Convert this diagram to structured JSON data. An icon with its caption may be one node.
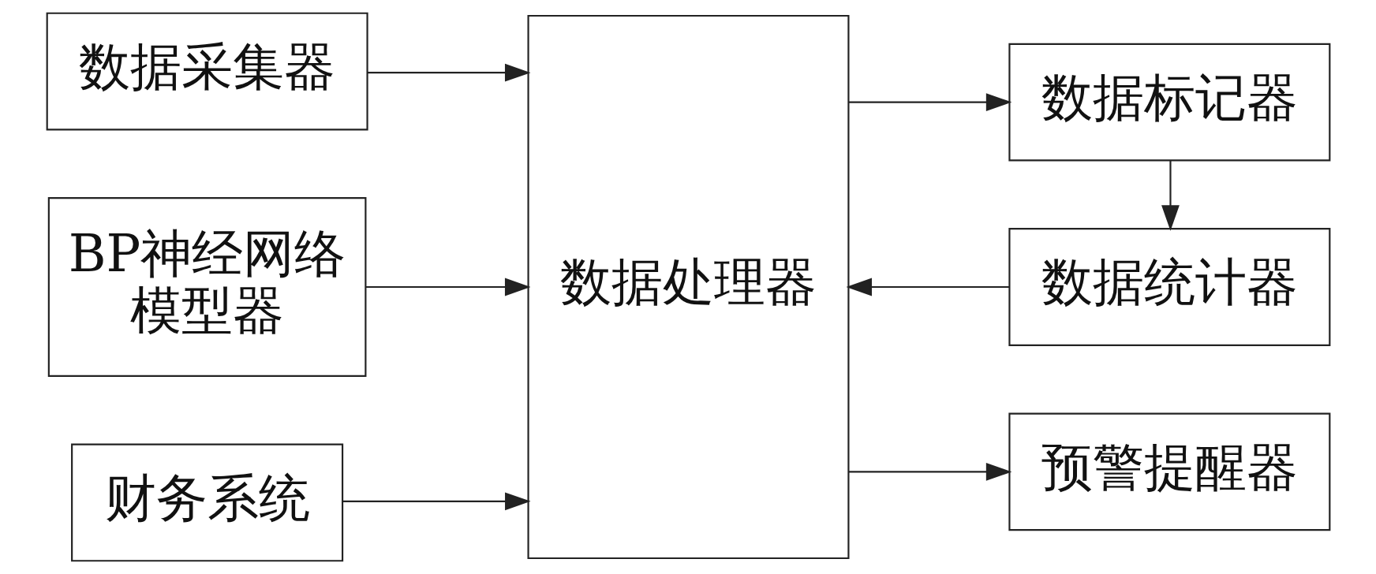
{
  "diagram": {
    "nodes": [
      {
        "text": [
          "数据采集器"
        ]
      },
      {
        "text": [
          "BP神经网络模型器"
        ]
      },
      {
        "text": [
          "财务系统"
        ]
      },
      {
        "text": [
          "数据处理器"
        ]
      },
      {
        "text": [
          "数据标记器"
        ]
      },
      {
        "text": [
          "数据统计器"
        ]
      },
      {
        "text": [
          "预警提醒器"
        ]
      }
    ],
    "edges": [
      {
        "from": 0,
        "to": 3,
        "arrow": "to"
      },
      {
        "from": 1,
        "to": 3,
        "arrow": "to"
      },
      {
        "from": 2,
        "to": 3,
        "arrow": "to"
      },
      {
        "from": 3,
        "to": 4,
        "arrow": "to"
      },
      {
        "from": 4,
        "to": 5,
        "arrow": "to"
      },
      {
        "from": 5,
        "to": 3,
        "arrow": "to"
      },
      {
        "from": 3,
        "to": 6,
        "arrow": "to"
      }
    ]
  }
}
